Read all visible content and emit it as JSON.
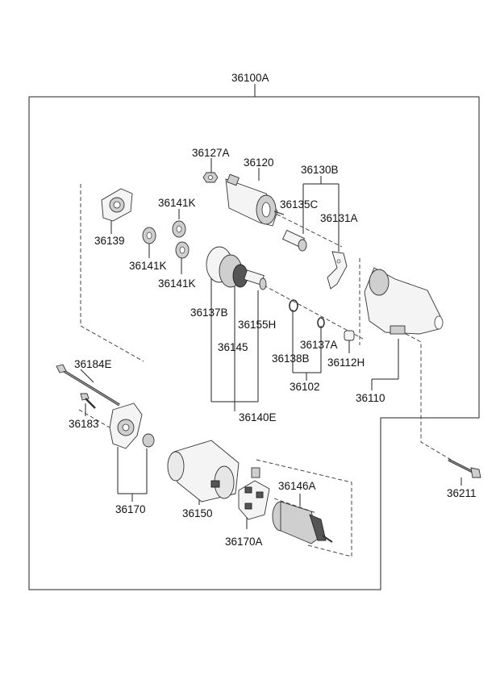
{
  "assembly": {
    "number": "36100A"
  },
  "parts": [
    "36127A",
    "36120",
    "36130B",
    "36141K",
    "36135C",
    "36131A",
    "36139",
    "36141K",
    "36141K",
    "36137B",
    "36155H",
    "36145",
    "36137A",
    "36138B",
    "36112H",
    "36102",
    "36110",
    "36184E",
    "36183",
    "36140E",
    "36211",
    "36146A",
    "36170",
    "36150",
    "36170A"
  ]
}
